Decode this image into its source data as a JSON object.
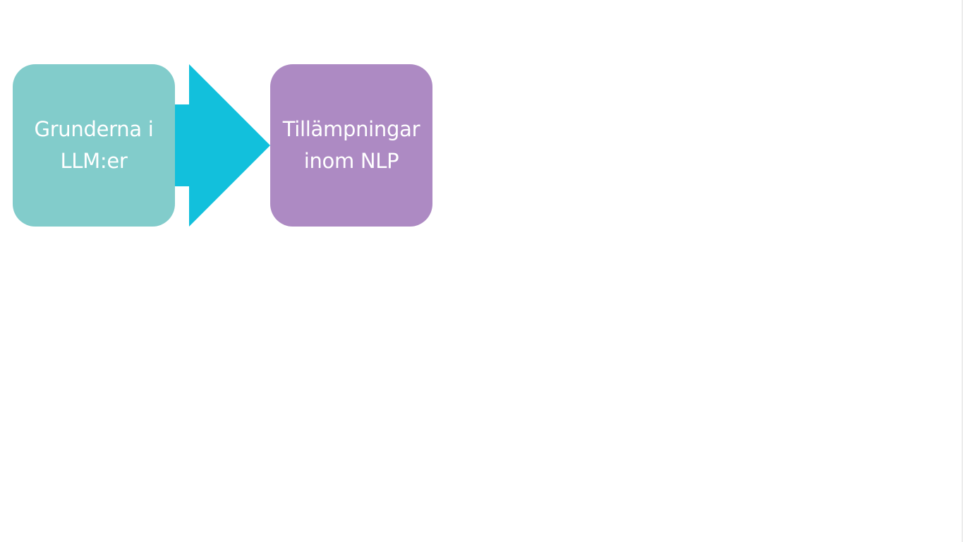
{
  "diagram": {
    "nodes": [
      {
        "id": "foundations",
        "label": "Grunderna i\nLLM:er",
        "color": "#82cccb"
      },
      {
        "id": "applications",
        "label": "Tillämpningar\ninom NLP",
        "color": "#ad8ac3"
      }
    ],
    "arrow": {
      "from": "foundations",
      "to": "applications",
      "color": "#12c0dc"
    }
  }
}
